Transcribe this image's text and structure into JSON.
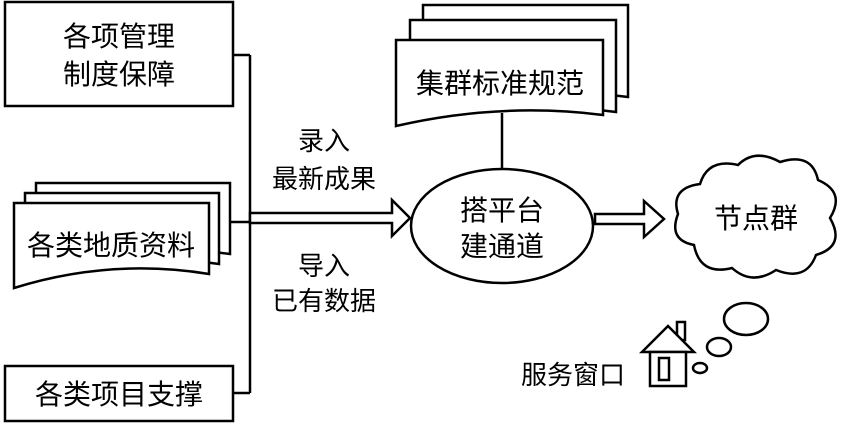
{
  "diagram": {
    "box_management": [
      "各项管理",
      "制度保障"
    ],
    "box_cluster_standard": "集群标准规范",
    "box_geology_data": "各类地质资料",
    "box_project_support": "各类项目支撑",
    "label_input": [
      "录入",
      "最新成果"
    ],
    "label_import": [
      "导入",
      "已有数据"
    ],
    "center_node": [
      "搭平台",
      "建通道"
    ],
    "cloud_node": "节点群",
    "service_window": "服务窗口"
  },
  "colors": {
    "stroke": "#000000",
    "fill": "#ffffff"
  }
}
